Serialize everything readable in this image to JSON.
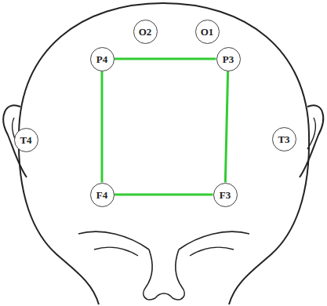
{
  "diagram": {
    "nodes": [
      {
        "text": [
          "O2"
        ]
      },
      {
        "text": [
          "O1"
        ]
      },
      {
        "text": [
          "P4"
        ]
      },
      {
        "text": [
          "P3"
        ]
      },
      {
        "text": [
          "T4"
        ]
      },
      {
        "text": [
          "T3"
        ]
      },
      {
        "text": [
          "F4"
        ]
      },
      {
        "text": [
          "F3"
        ]
      }
    ],
    "edges": [
      {
        "from": 2,
        "to": 3,
        "arrow": "none"
      },
      {
        "from": 3,
        "to": 7,
        "arrow": "none"
      },
      {
        "from": 7,
        "to": 6,
        "arrow": "none"
      },
      {
        "from": 6,
        "to": 2,
        "arrow": "none"
      }
    ]
  }
}
